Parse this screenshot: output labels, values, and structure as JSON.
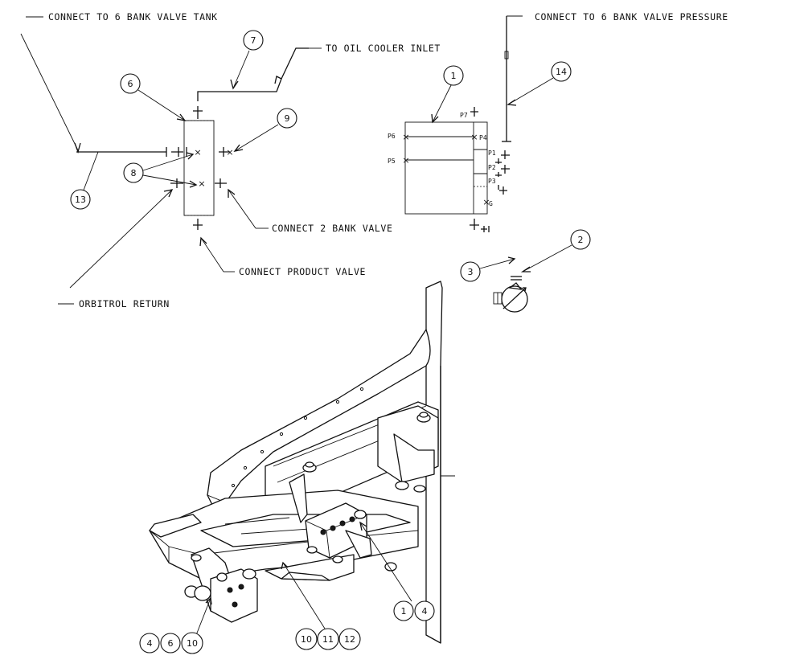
{
  "labels": {
    "tank": "CONNECT TO 6 BANK VALVE TANK",
    "cooler": "TO OIL COOLER INLET",
    "pressure": "CONNECT TO 6 BANK VALVE PRESSURE",
    "bank2": "CONNECT 2 BANK VALVE",
    "product": "CONNECT PRODUCT VALVE",
    "orbitrol": "ORBITROL RETURN"
  },
  "valve_ports": [
    "P7",
    "P6",
    "P4",
    "P5",
    "P1",
    "P2",
    "P3",
    "G"
  ],
  "callouts": {
    "c7": "7",
    "c6": "6",
    "c9": "9",
    "c8": "8",
    "c13": "13",
    "c1": "1",
    "c14": "14",
    "c2": "2",
    "c3": "3",
    "b4a": "4",
    "b6": "6",
    "b10a": "10",
    "b10b": "10",
    "b11": "11",
    "b12": "12",
    "b1": "1",
    "b4b": "4"
  }
}
